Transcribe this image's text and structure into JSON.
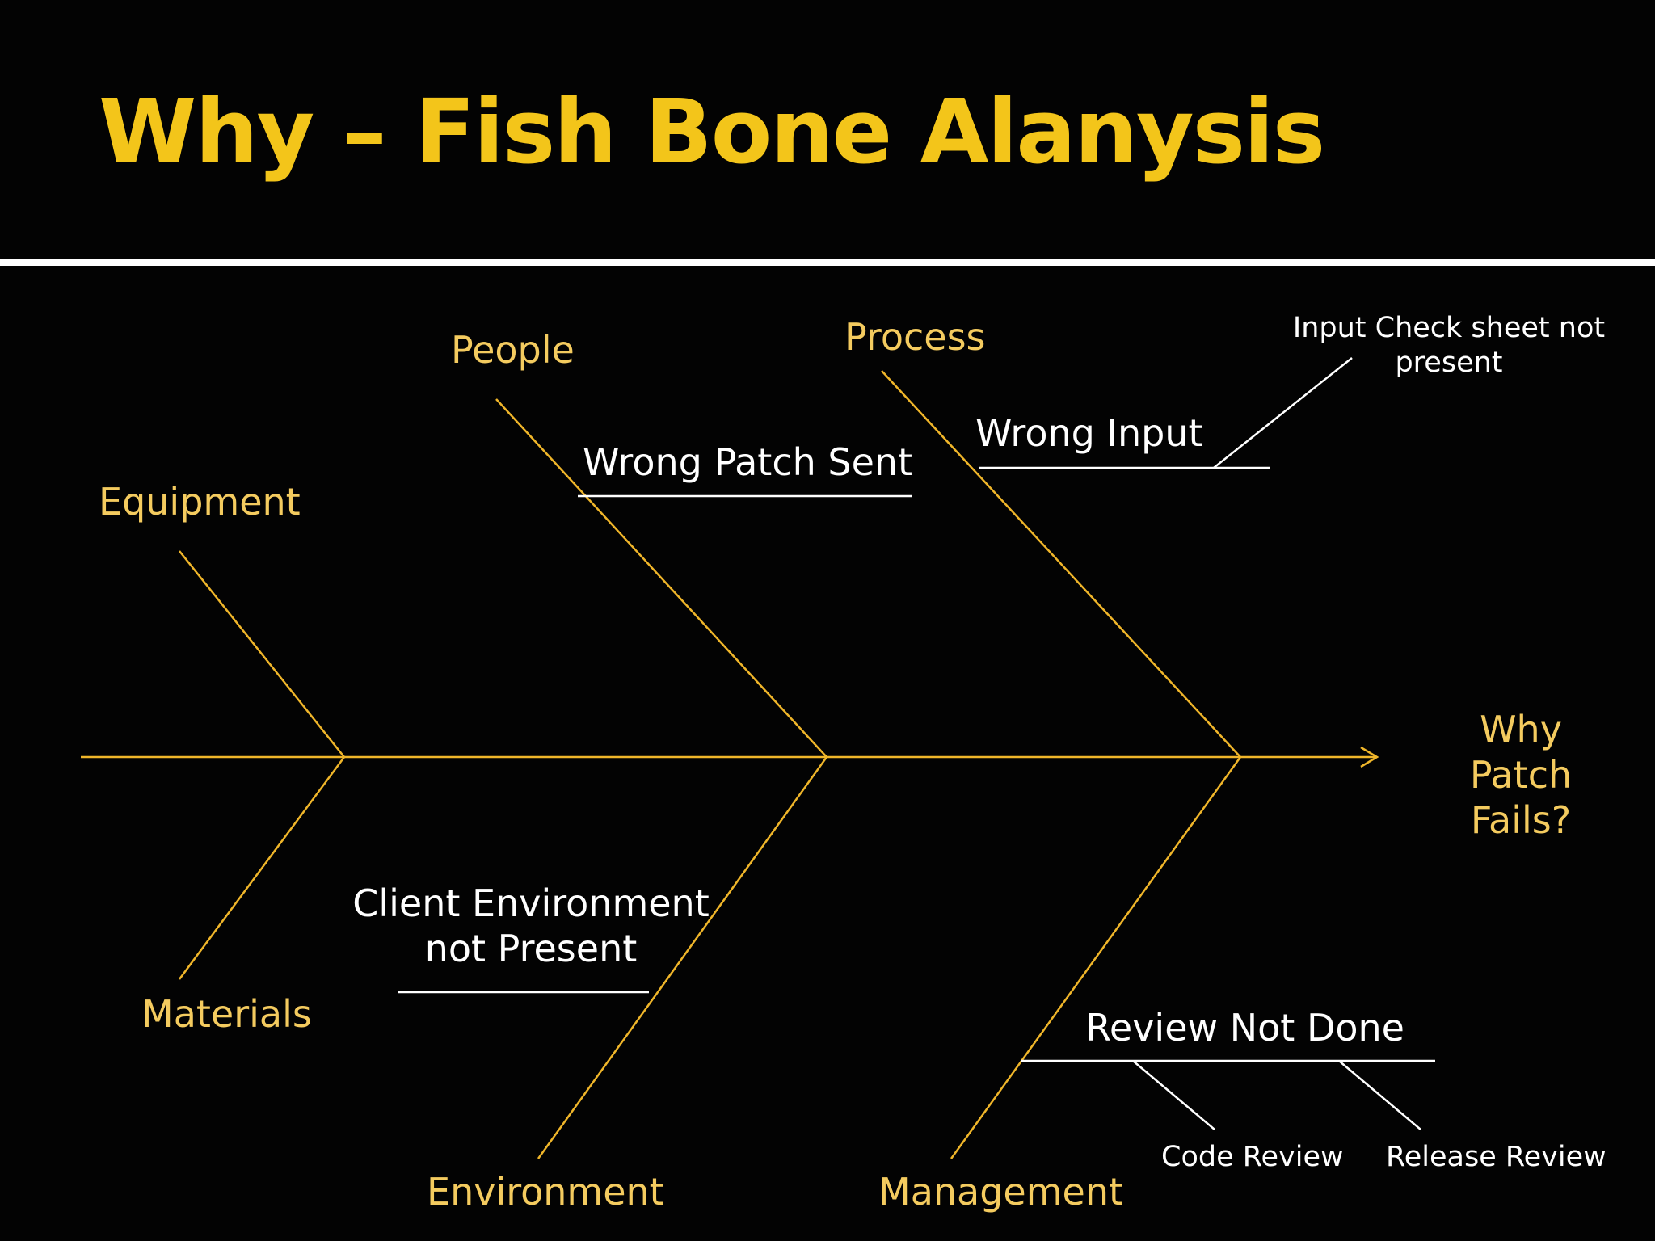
{
  "title": "Why – Fish Bone Alanysis",
  "effect": "Why Patch Fails?",
  "categories": {
    "people": "People",
    "process": "Process",
    "equipment": "Equipment",
    "materials": "Materials",
    "environment": "Environment",
    "management": "Management"
  },
  "causes": {
    "wrong_patch_sent": "Wrong Patch Sent",
    "wrong_input": "Wrong Input",
    "input_check_sheet": "Input Check sheet not present",
    "client_environment": "Client Environment not Present",
    "review_not_done": "Review Not Done",
    "code_review": "Code Review",
    "release_review": "Release Review"
  },
  "colors": {
    "background": "#030303",
    "title": "#f3c51a",
    "bone": "#f0b62a",
    "category_text": "#f4cb5f",
    "cause_text": "#ffffff"
  }
}
